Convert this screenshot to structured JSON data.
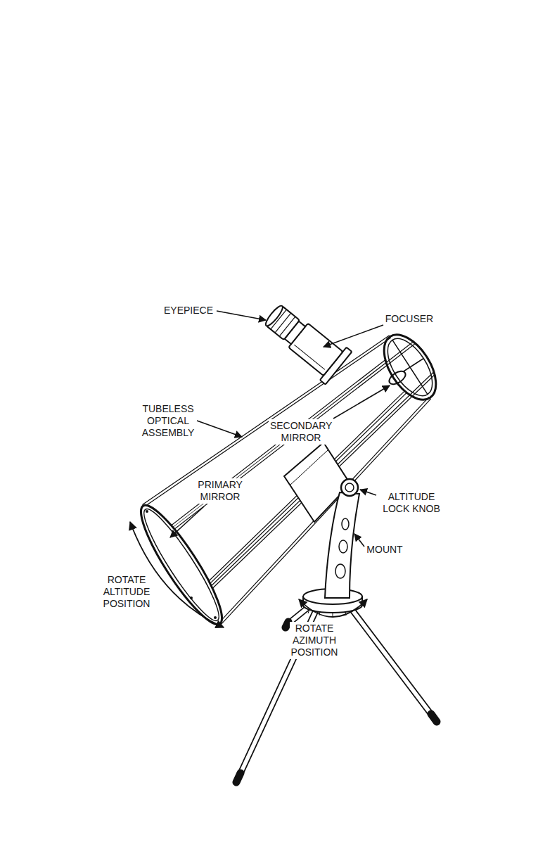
{
  "diagram": {
    "labels": [
      "EYEPIECE",
      "FOCUSER",
      "TUBELESS OPTICAL ASSEMBLY",
      "SECONDARY MIRROR",
      "PRIMARY MIRROR",
      "ALTITUDE LOCK KNOB",
      "MOUNT",
      "ROTATE ALTITUDE POSITION",
      "ROTATE AZIMUTH POSITION"
    ]
  }
}
